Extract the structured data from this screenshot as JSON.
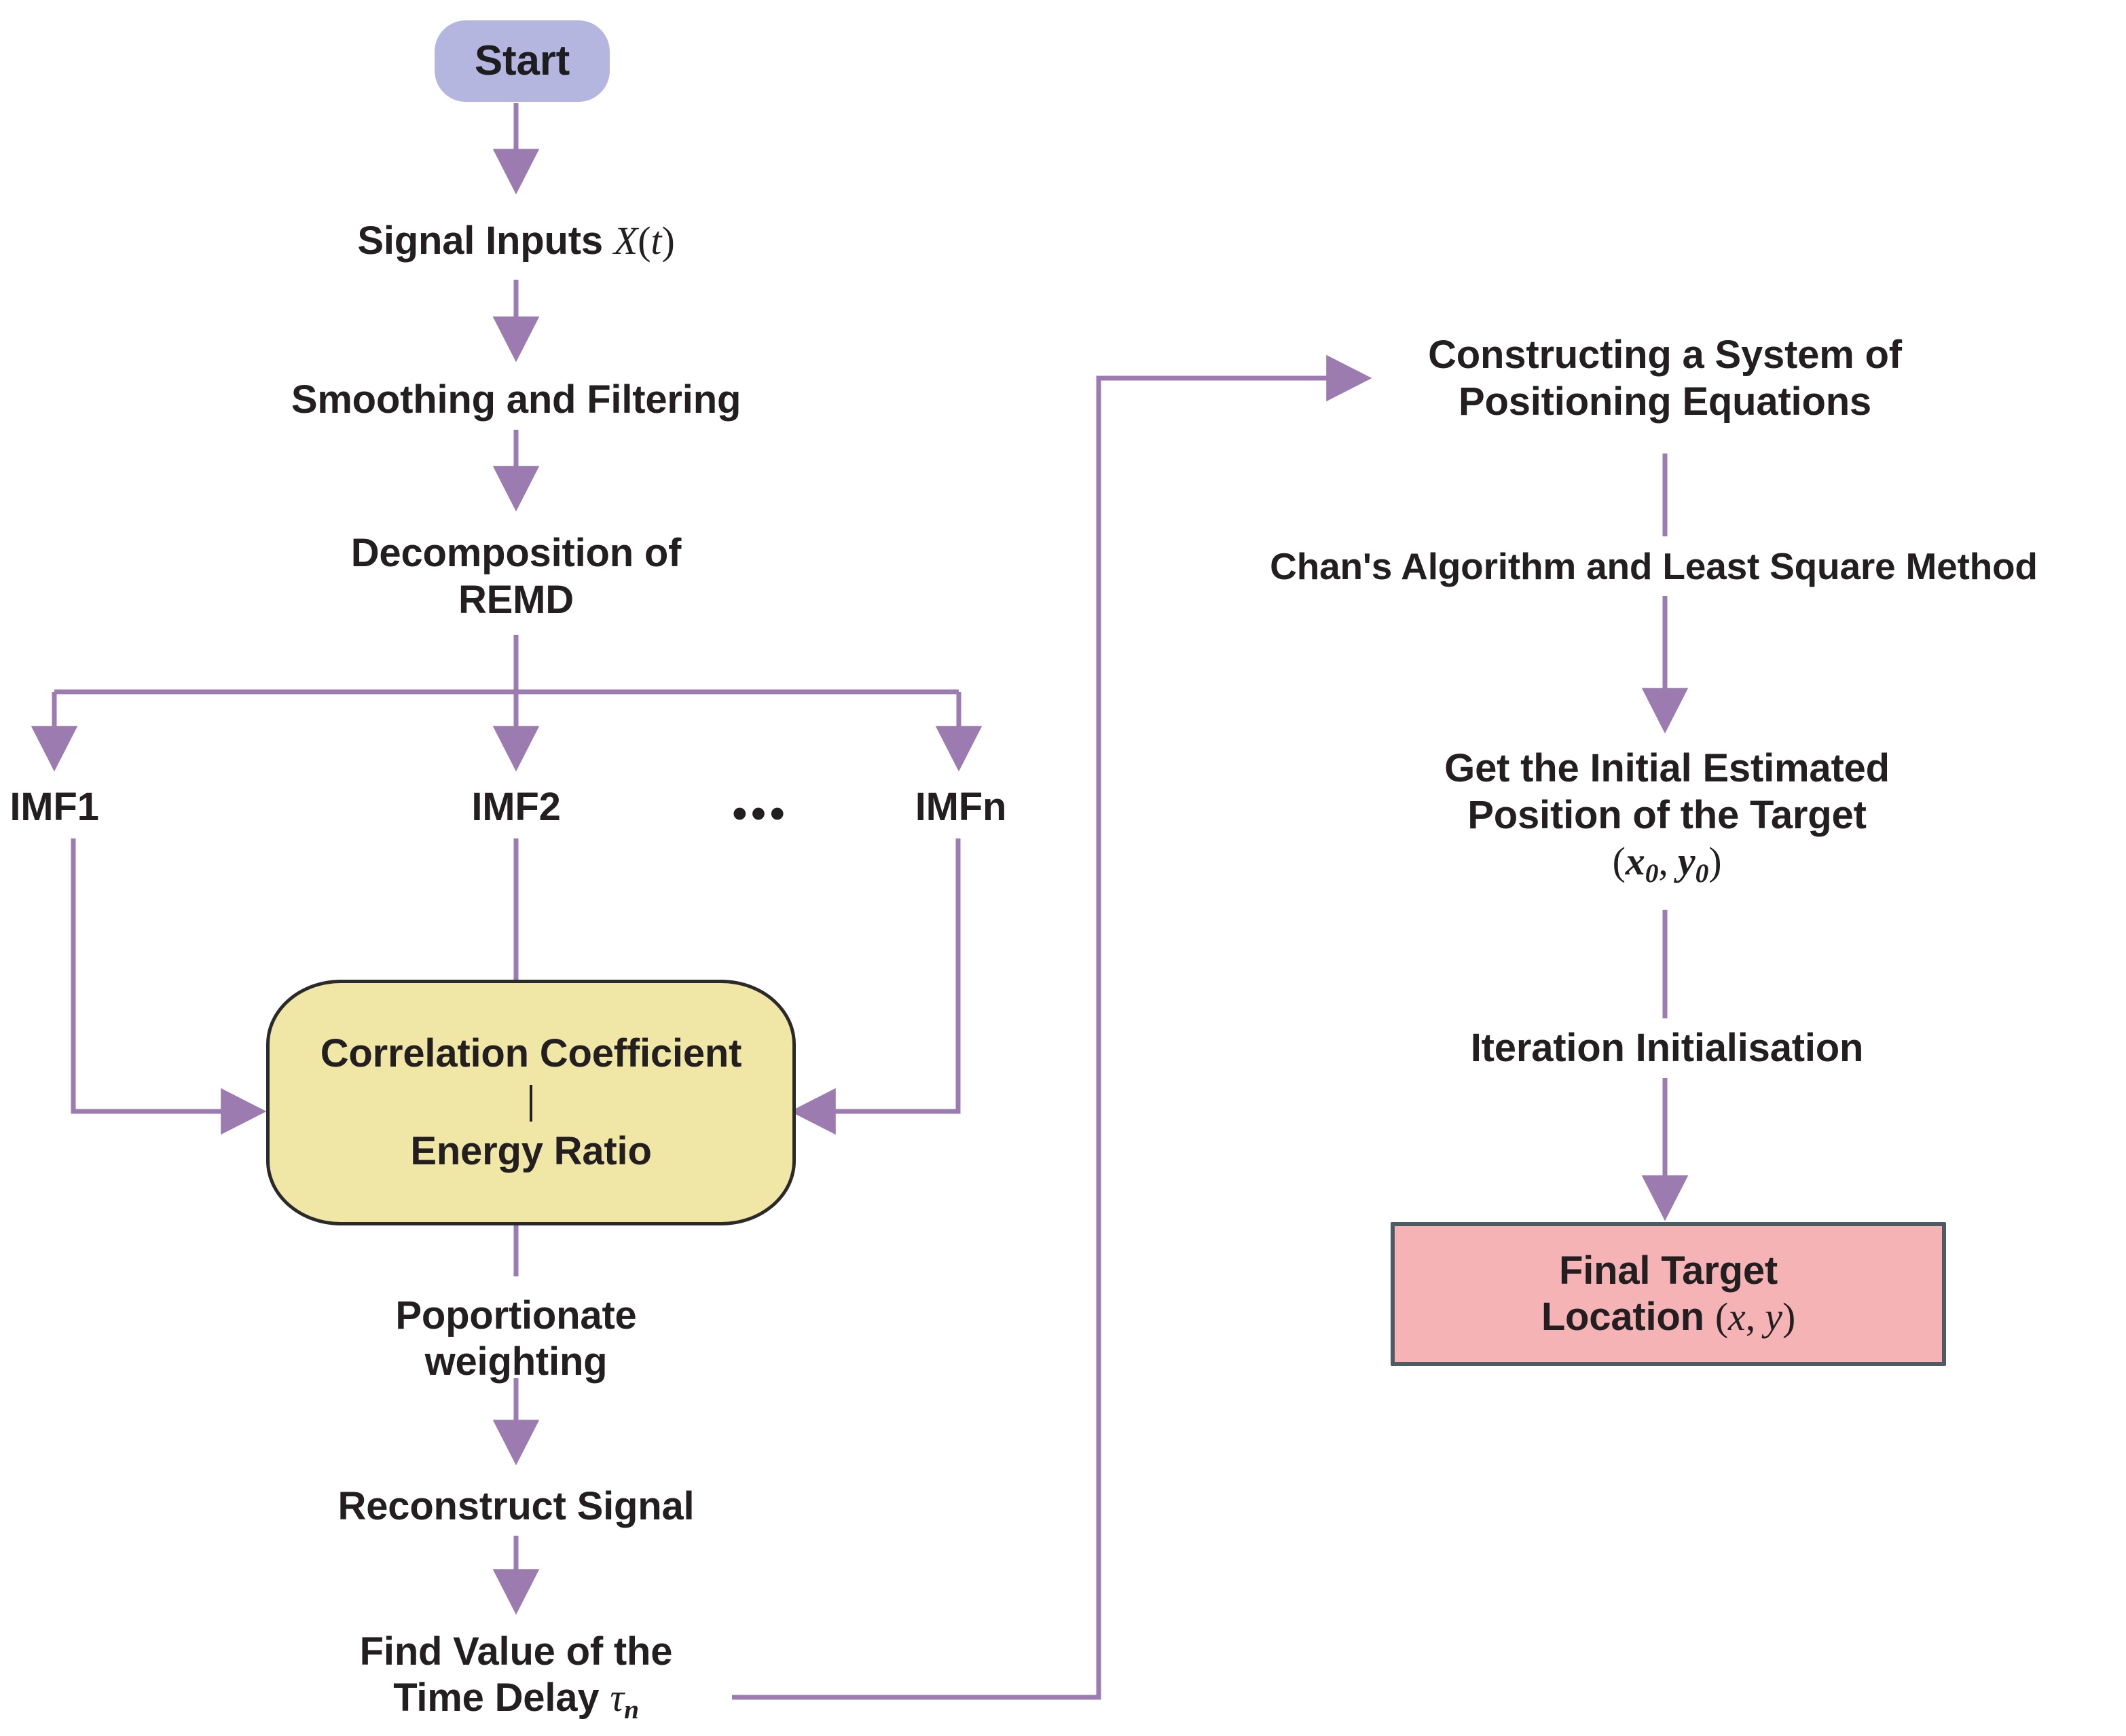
{
  "diagram": {
    "title": "REMD-based TDOA signal processing and target localisation flowchart",
    "colors": {
      "arrow": "#9c7bb0",
      "start_fill": "#b4b6df",
      "decision_fill": "#f0e7a6",
      "decision_stroke": "#2a2a2a",
      "final_fill": "#f5b3b6",
      "final_stroke": "#4e5b62",
      "text": "#231f20",
      "background": "#ffffff"
    },
    "left_column": {
      "start": {
        "label": "Start"
      },
      "signal_inputs": {
        "prefix": "Signal Inputs ",
        "math": "X",
        "paren_open": "(",
        "math_arg": "t",
        "paren_close": ")"
      },
      "smoothing": {
        "label": "Smoothing and Filtering"
      },
      "decomposition": {
        "line1": "Decomposition of",
        "line2": "REMD"
      },
      "imf_branches": [
        {
          "label": "IMF1"
        },
        {
          "label": "IMF2"
        },
        {
          "label": "IMFn"
        }
      ],
      "ellipsis": "•••",
      "criteria": {
        "line1": "Correlation Coefficient",
        "line2": "Energy Ratio"
      },
      "weighting": {
        "line1": "Poportionate",
        "line2": "weighting"
      },
      "reconstruct": {
        "label": "Reconstruct Signal"
      },
      "time_delay": {
        "line1": "Find Value of the",
        "line2_prefix": "Time Delay ",
        "line2_math": "τ",
        "line2_sub": "n"
      }
    },
    "right_column": {
      "equations": {
        "line1": "Constructing a System of",
        "line2": "Positioning Equations"
      },
      "chan": {
        "label": "Chan's Algorithm and Least Square Method"
      },
      "initial_position": {
        "line1": "Get the Initial Estimated",
        "line2": "Position of the Target",
        "line3_open": "(",
        "line3_x": "x",
        "line3_xsub": "0",
        "line3_comma": ", ",
        "line3_y": "y",
        "line3_ysub": "0",
        "line3_close": ")"
      },
      "iteration": {
        "label": "Iteration Initialisation"
      },
      "final_target": {
        "line1": "Final Target",
        "line2_prefix": "Location ",
        "line2_open": "(",
        "line2_x": "x",
        "line2_comma": ", ",
        "line2_y": "y",
        "line2_close": ")"
      }
    }
  }
}
